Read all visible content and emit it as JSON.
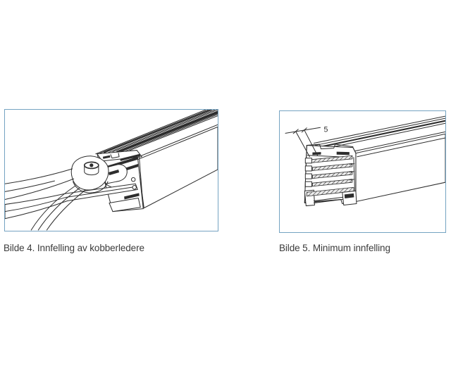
{
  "page": {
    "background_color": "#ffffff"
  },
  "colors": {
    "frame_border": "#75a3c2",
    "line_art": "#2d2d2d",
    "caption_text": "#3b3b3b"
  },
  "figures": [
    {
      "caption": "Bilde 4. Innfelling av kobberledere"
    },
    {
      "caption": "Bilde 5. Minimum innfelling",
      "dimension_label": "5"
    }
  ]
}
